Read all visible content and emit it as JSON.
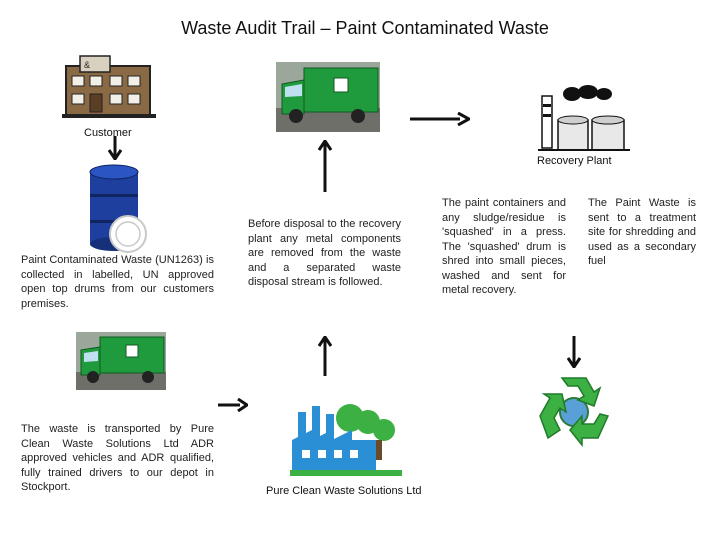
{
  "title": "Waste Audit Trail – Paint Contaminated Waste",
  "labels": {
    "customer": "Customer",
    "recovery_plant": "Recovery Plant",
    "company": "Pure Clean Waste Solutions Ltd"
  },
  "steps": {
    "collection": "Paint Contaminated Waste (UN1263) is collected in labelled, UN approved open top drums from our customers premises.",
    "transport": "The waste is transported by Pure Clean Waste Solutions Ltd ADR approved vehicles and ADR qualified, fully trained drivers to our depot in Stockport.",
    "separation": "Before disposal to the recovery plant any metal components are removed from the waste and a separated waste disposal stream is followed.",
    "press": "The paint containers and any sludge/residue is 'squashed' in a press. The 'squashed' drum is shred into small pieces, washed and sent for metal recovery.",
    "fuel": "The Paint Waste is sent to a treatment site for shredding and used as a secondary fuel"
  },
  "colors": {
    "truck_green": "#1f9a3c",
    "drum_blue": "#1e3f9e",
    "factory_blue": "#2a8fd4",
    "recycle_green": "#3cb043",
    "arrow": "#111111"
  },
  "icons": [
    "building-icon",
    "truck-icon",
    "recovery-plant-icon",
    "drum-icon",
    "factory-icon",
    "recycle-icon"
  ]
}
